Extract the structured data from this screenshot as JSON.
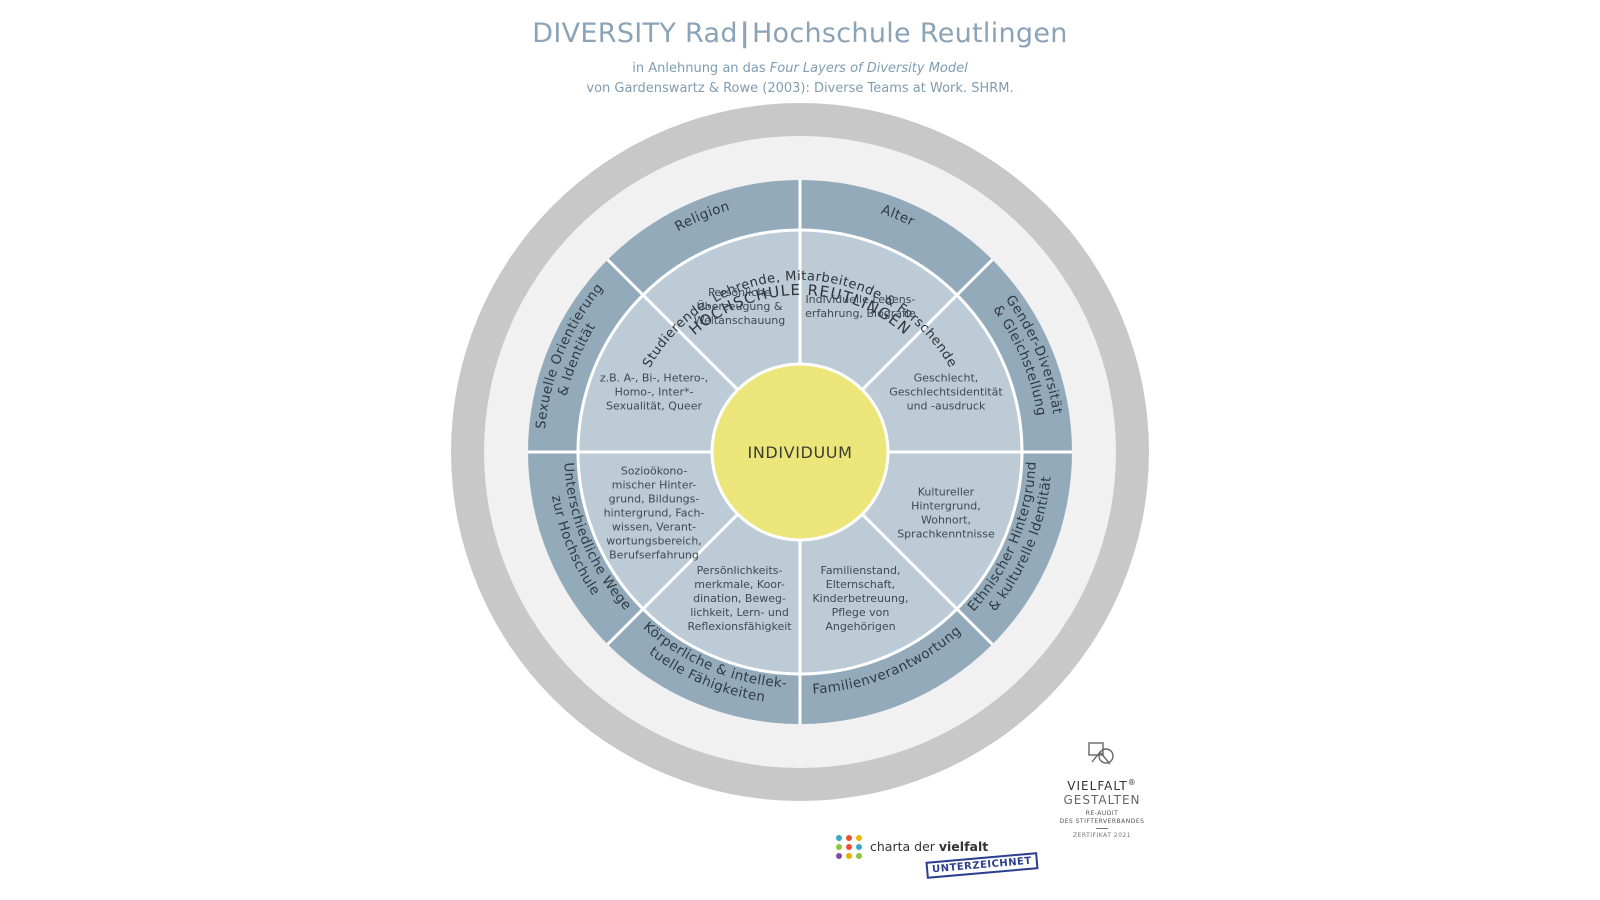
{
  "header": {
    "title_part1": "DIVERSITY Rad",
    "title_separator": "|",
    "title_part2": "Hochschule Reutlingen",
    "subtitle_line1_prefix": "in Anlehnung an das ",
    "subtitle_line1_italic": "Four Layers of Diversity Model",
    "subtitle_line2": "von Gardenswartz & Rowe (2003): Diverse Teams at Work. SHRM."
  },
  "wheel": {
    "outer_ring_label": "HOCHSCHULE REUTLINGEN",
    "group_ring_label": "Studierende, Lehrende, Mitarbeitende & Forschende",
    "center_label": "INDIVIDUUM",
    "segments": [
      {
        "ring": [
          "Alter"
        ],
        "inner": [
          "Individuelle Lebens-",
          "erfahrung, Biografie"
        ]
      },
      {
        "ring": [
          "Gender-Diversität",
          "& Gleichstellung"
        ],
        "inner": [
          "Geschlecht,",
          "Geschlechtsidentität",
          "und -ausdruck"
        ]
      },
      {
        "ring": [
          "Ethnischer Hintergrund",
          "& kulturelle Identität"
        ],
        "inner": [
          "Kultureller",
          "Hintergrund,",
          "Wohnort,",
          "Sprachkenntnisse"
        ]
      },
      {
        "ring": [
          "Familienverantwortung"
        ],
        "inner": [
          "Familienstand,",
          "Elternschaft,",
          "Kinderbetreuung,",
          "Pflege von",
          "Angehörigen"
        ]
      },
      {
        "ring": [
          "Körperliche & intellek-",
          "tuelle Fähigkeiten"
        ],
        "inner": [
          "Persönlichkeits-",
          "merkmale, Koor-",
          "dination, Beweg-",
          "lichkeit, Lern- und",
          "Reflexionsfähigkeit"
        ]
      },
      {
        "ring": [
          "Unterschiedliche Wege",
          "zur Hochschule"
        ],
        "inner": [
          "Sozioökono-",
          "mischer Hinter-",
          "grund, Bildungs-",
          "hintergrund, Fach-",
          "wissen, Verant-",
          "wortungsbereich,",
          "Berufserfahrung"
        ]
      },
      {
        "ring": [
          "Sexuelle Orientierung",
          "& Identität"
        ],
        "inner": [
          "z.B. A-, Bi-, Hetero-,",
          "Homo-, Inter*-",
          "Sexualität, Queer"
        ]
      },
      {
        "ring": [
          "Religion"
        ],
        "inner": [
          "Persönliche",
          "Überzeugung &",
          "Weltanschauung"
        ]
      }
    ],
    "colors": {
      "outer_ring": "#c8c8c8",
      "group_ring": "#f1f1f1",
      "dimension_ring": "#93aabb",
      "inner_area": "#bccbd6",
      "center": "#ece67a",
      "divider": "#ffffff"
    }
  },
  "logos": {
    "charta_prefix": "charta der ",
    "charta_bold": "vielfalt",
    "charta_stamp": "UNTERZEICHNET",
    "charta_dot_colors": [
      "#3aa5c9",
      "#e8503a",
      "#f2b300",
      "#8cc63f",
      "#e8503a",
      "#3aa5c9",
      "#7a4fa0",
      "#e8b100",
      "#8cc63f"
    ],
    "vielfalt_line1": "VIELFALT",
    "vielfalt_line2": "GESTALTEN",
    "vielfalt_line3": "RE-AUDIT",
    "vielfalt_line4": "DES STIFTERVERBANDES",
    "vielfalt_line5": "ZERTIFIKAT 2021",
    "vielfalt_mark": "®"
  }
}
